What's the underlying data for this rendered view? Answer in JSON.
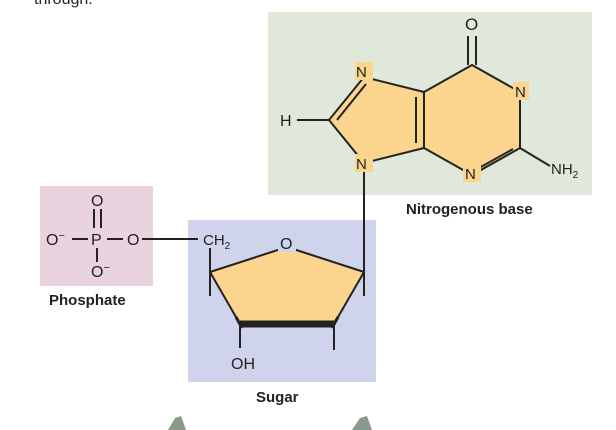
{
  "top_text": "through.",
  "labels": {
    "nitrogenous_base": "Nitrogenous base",
    "phosphate": "Phosphate",
    "sugar": "Sugar"
  },
  "atoms": {
    "carbonyl_o": "O",
    "base_n_top_left": "N",
    "base_n_right": "N",
    "base_n_bottom": "N",
    "base_n_glycosidic": "N",
    "amine": "NH",
    "amine_sub": "2",
    "base_h": "H",
    "phosphate_o_top": "O",
    "phosphate_p": "P",
    "phosphate_o_left": "O",
    "phosphate_o_left_charge": "−",
    "phosphate_o_bottom": "O",
    "phosphate_o_bottom_charge": "−",
    "phosphate_o_link": "O",
    "ch2": "CH",
    "ch2_sub": "2",
    "ring_o": "O",
    "hydroxyl": "OH"
  },
  "colors": {
    "base_box": "#dfe8da",
    "phosphate_box": "#e8d3df",
    "sugar_box": "#cfd4ec",
    "ring_fill": "#fbd58e",
    "bond": "#222222"
  }
}
